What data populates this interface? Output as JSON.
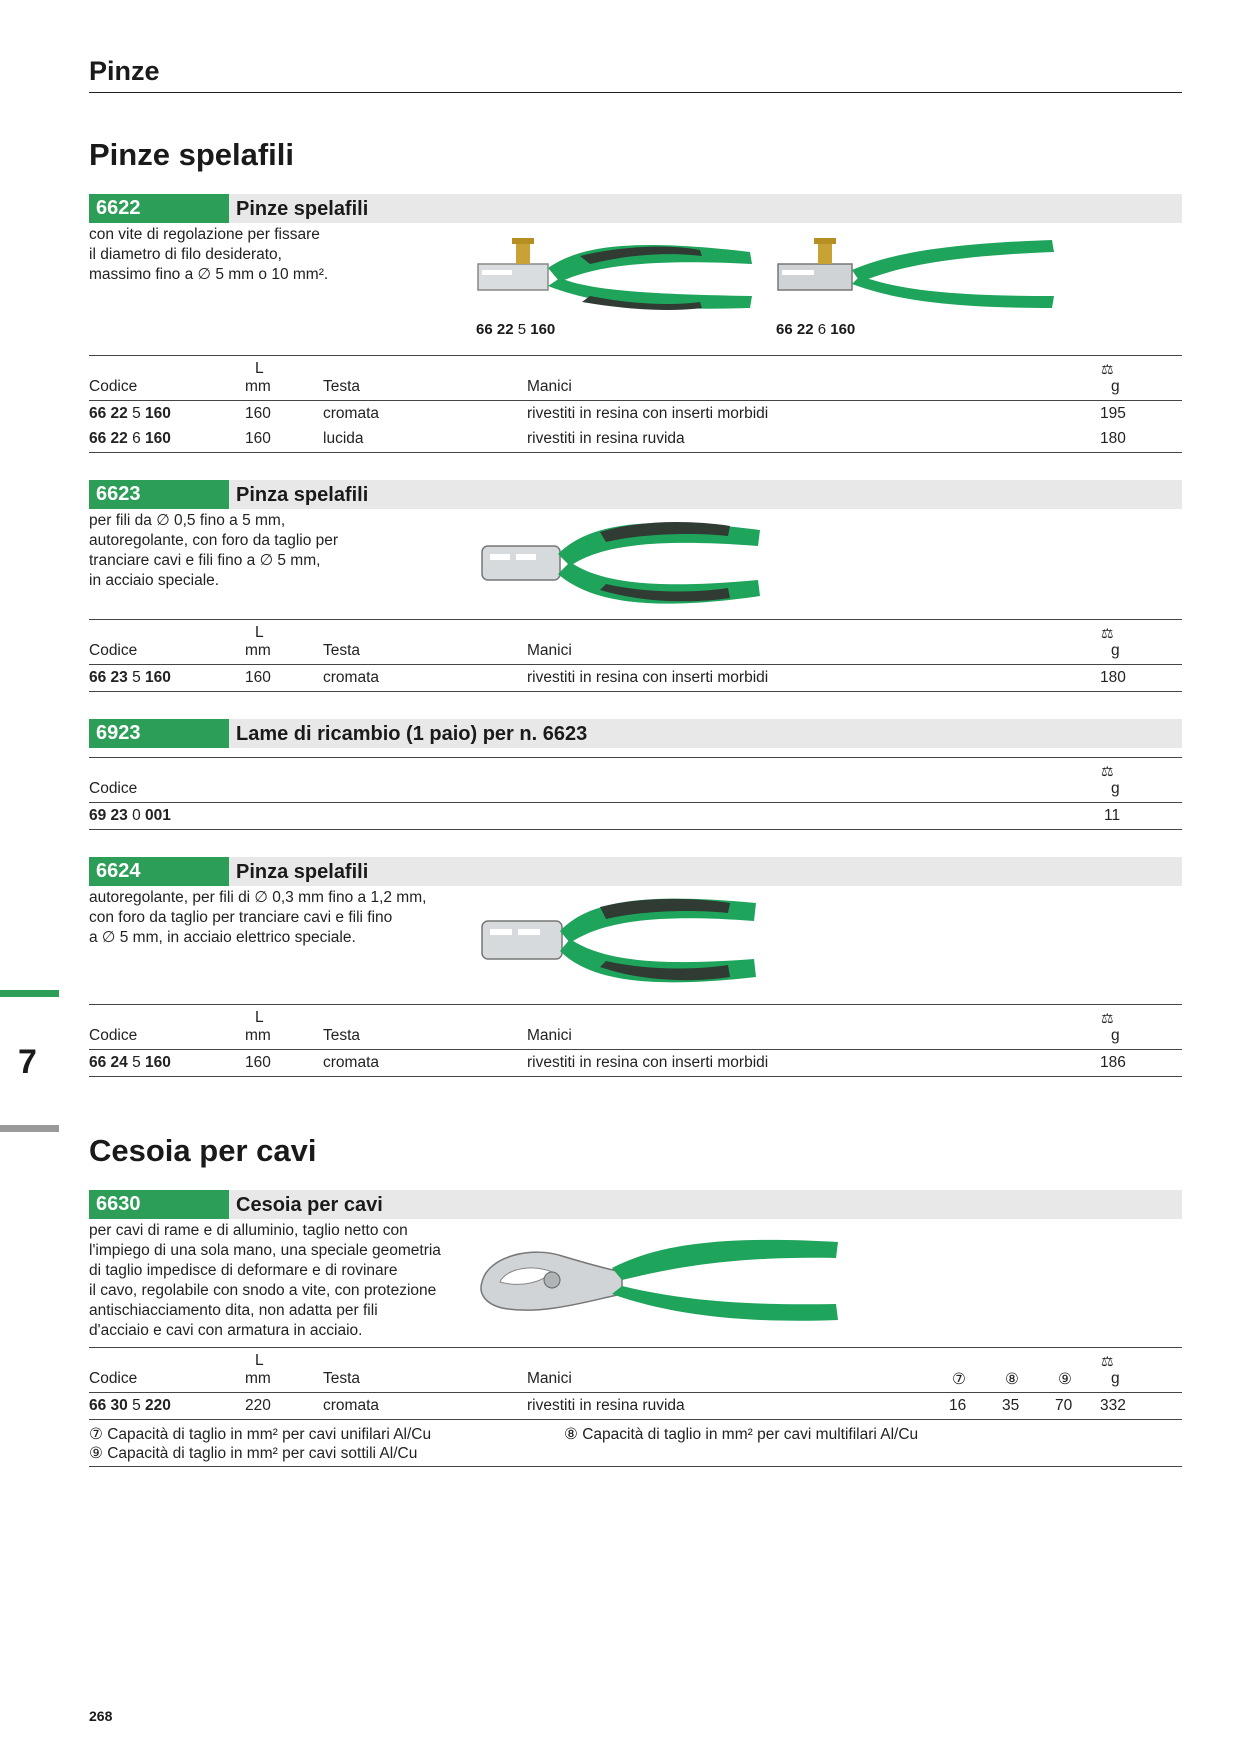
{
  "header": {
    "title": "Pinze"
  },
  "sections": {
    "s1": "Pinze spelafili",
    "s2": "Cesoia per cavi"
  },
  "cols": {
    "codice": "Codice",
    "l": "L",
    "mm": "mm",
    "testa": "Testa",
    "manici": "Manici",
    "g": "g",
    "weight_icon": "⚖",
    "c7": "⑦",
    "c8": "⑧",
    "c9": "⑨"
  },
  "p6622": {
    "num": "6622",
    "title": "Pinze spelafili",
    "desc": [
      "con vite di regolazione per fissare",
      "il diametro di filo desiderato,",
      "massimo fino a ∅ 5 mm o 10 mm²."
    ],
    "cap1": {
      "a": "66 22",
      "b": " 5 ",
      "c": "160"
    },
    "cap2": {
      "a": "66 22",
      "b": " 6 ",
      "c": "160"
    },
    "rows": [
      {
        "a": "66 22",
        "b": " 5 ",
        "c": "160",
        "l": "160",
        "testa": "cromata",
        "manici": "rivestiti in resina con inserti morbidi",
        "g": "195"
      },
      {
        "a": "66 22",
        "b": " 6 ",
        "c": "160",
        "l": "160",
        "testa": "lucida",
        "manici": "rivestiti in resina ruvida",
        "g": "180"
      }
    ]
  },
  "p6623": {
    "num": "6623",
    "title": "Pinza spelafili",
    "desc": [
      "per fili da ∅ 0,5 fino a 5 mm,",
      "autoregolante, con foro da taglio per",
      "tranciare cavi e fili fino a ∅ 5 mm,",
      "in acciaio speciale."
    ],
    "rows": [
      {
        "a": "66 23",
        "b": " 5 ",
        "c": "160",
        "l": "160",
        "testa": "cromata",
        "manici": "rivestiti in resina con inserti morbidi",
        "g": "180"
      }
    ]
  },
  "p6923": {
    "num": "6923",
    "title": "Lame di ricambio (1 paio) per n. 6623",
    "rows": [
      {
        "a": "69 23",
        "b": " 0 ",
        "c": "001",
        "g": "11"
      }
    ]
  },
  "p6624": {
    "num": "6624",
    "title": "Pinza spelafili",
    "desc": [
      "autoregolante, per fili di ∅ 0,3 mm fino a 1,2 mm,",
      "con foro da taglio per tranciare cavi e fili fino",
      "a ∅ 5 mm, in acciaio elettrico speciale."
    ],
    "rows": [
      {
        "a": "66 24",
        "b": " 5 ",
        "c": "160",
        "l": "160",
        "testa": "cromata",
        "manici": "rivestiti in resina con inserti morbidi",
        "g": "186"
      }
    ]
  },
  "p6630": {
    "num": "6630",
    "title": "Cesoia per cavi",
    "desc": [
      "per cavi di rame e di alluminio, taglio netto con",
      "l'impiego di una sola mano, una speciale geometria",
      "di taglio impedisce di deformare e di rovinare",
      "il cavo, regolabile con snodo a vite, con protezione",
      "antischiacciamento dita, non adatta per fili",
      "d'acciaio e cavi con armatura in acciaio."
    ],
    "rows": [
      {
        "a": "66 30",
        "b": " 5 ",
        "c": "220",
        "l": "220",
        "testa": "cromata",
        "manici": "rivestiti in resina ruvida",
        "c7": "16",
        "c8": "35",
        "c9": "70",
        "g": "332"
      }
    ],
    "notes": {
      "n7": "⑦ Capacità di taglio in mm² per cavi unifilari Al/Cu",
      "n8": "⑧ Capacità di taglio in mm² per cavi multifilari Al/Cu",
      "n9": "⑨ Capacità di taglio in mm² per cavi sottili Al/Cu"
    }
  },
  "side_tab": "7",
  "page_number": "268",
  "colors": {
    "accent": "#2c9e57",
    "band": "#e8e8e8",
    "handle_green": "#1fa45c",
    "handle_dark": "#2f3b33"
  }
}
